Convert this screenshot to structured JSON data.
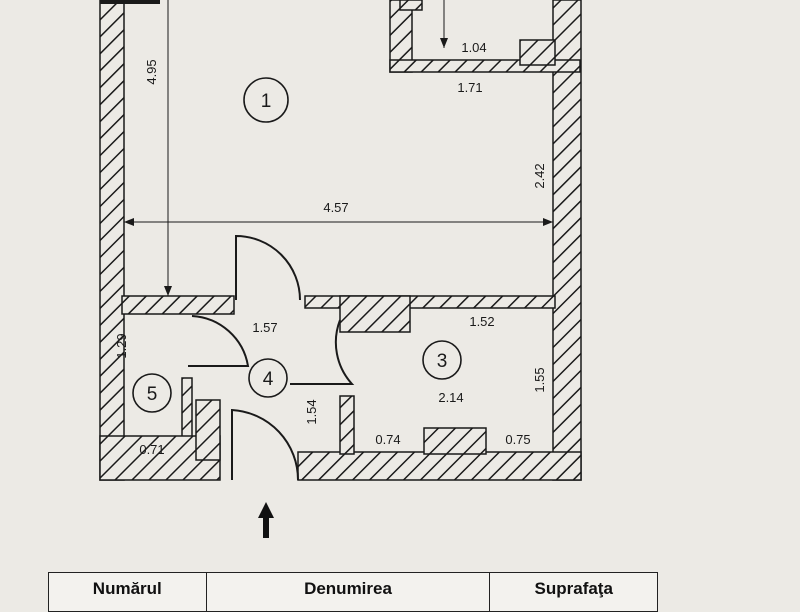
{
  "rooms": [
    {
      "id": "1"
    },
    {
      "id": "3"
    },
    {
      "id": "4"
    },
    {
      "id": "5"
    }
  ],
  "dimensions": {
    "d_495": "4.95",
    "d_104": "1.04",
    "d_171": "1.71",
    "d_242": "2.42",
    "d_457": "4.57",
    "d_157": "1.57",
    "d_152": "1.52",
    "d_129": "1.29",
    "d_155": "1.55",
    "d_214": "2.14",
    "d_154": "1.54",
    "d_074": "0.74",
    "d_075": "0.75",
    "d_071": "0.71"
  },
  "table": {
    "headers": [
      "Numărul",
      "Denumirea",
      "Suprafaţa"
    ]
  },
  "colors": {
    "wall_stroke": "#1a1a1a",
    "paper": "#eceae5"
  }
}
